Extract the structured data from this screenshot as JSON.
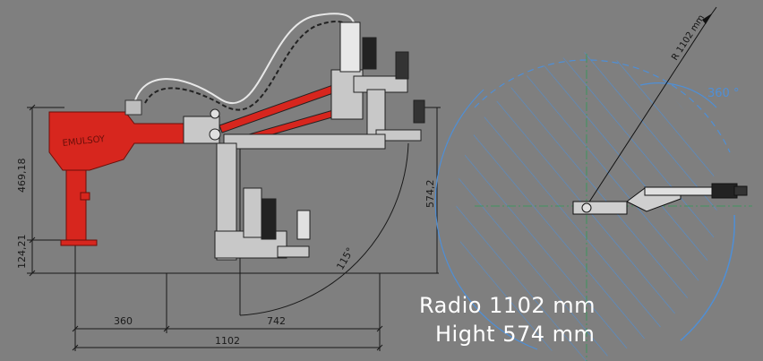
{
  "dimensions": {
    "height_upper": "469,18",
    "height_lower": "124,21",
    "height_right": "574,2",
    "width_base": "360",
    "width_reach": "742",
    "width_total": "1102",
    "angle_swing": "115°",
    "radius_label": "R 1102 mm",
    "rotation_label": "360 °"
  },
  "brand_text": "EMULSOY",
  "caption": {
    "radius_line": "Radio 1102 mm",
    "height_line": "Hight  574 mm"
  },
  "colors": {
    "background": "#7f7f7f",
    "arm_red": "#d7261e",
    "sweep_blue": "#4f8fd6",
    "line_dark": "#1a1a1a",
    "caption_text": "#ffffff"
  }
}
